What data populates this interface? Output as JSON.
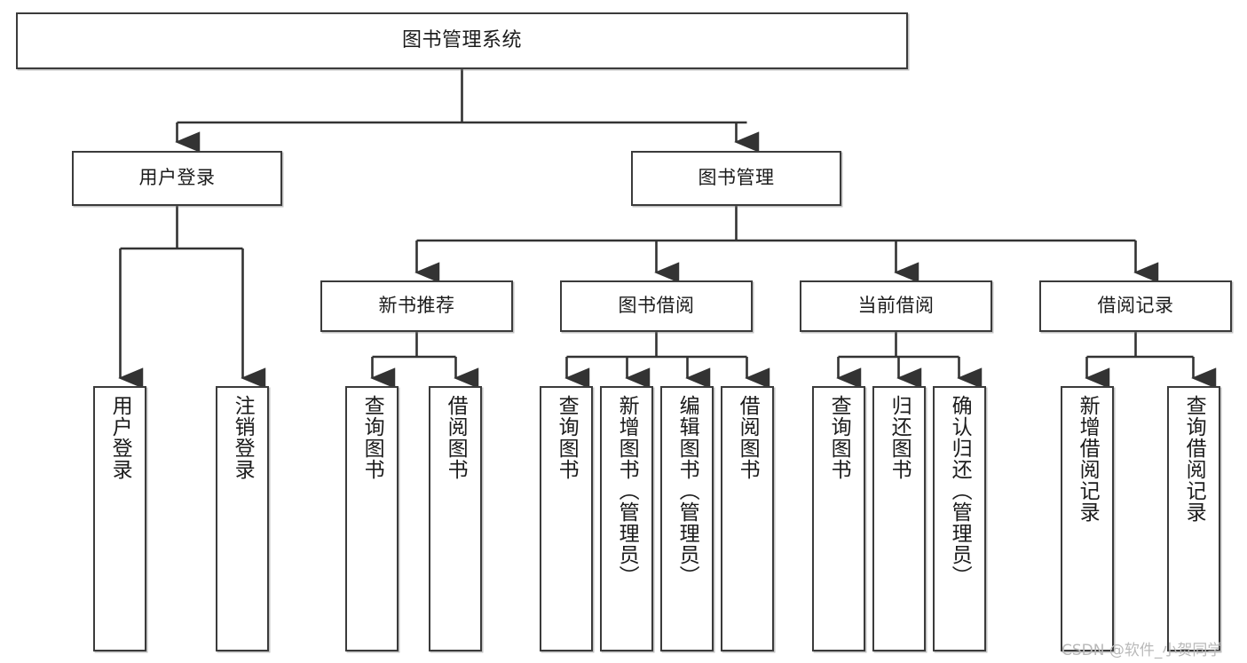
{
  "diagram": {
    "title": "图书管理系统",
    "type": "functional-structure-tree",
    "colors": {
      "box_border": "#3b3b3b",
      "box_fill": "#ffffff",
      "edge": "#333333",
      "text": "#1b1b1b",
      "watermark": "#b9b9b9",
      "background": "#ffffff"
    },
    "root": {
      "label": "图书管理系统"
    },
    "level2": [
      {
        "label": "用户登录"
      },
      {
        "label": "图书管理"
      }
    ],
    "level3": [
      {
        "label": "新书推荐"
      },
      {
        "label": "图书借阅"
      },
      {
        "label": "当前借阅"
      },
      {
        "label": "借阅记录"
      }
    ],
    "leaves": {
      "user_login": [
        {
          "label": "用户登录"
        },
        {
          "label": "注销登录"
        }
      ],
      "new_book_recommend": [
        {
          "label": "查询图书"
        },
        {
          "label": "借阅图书"
        }
      ],
      "book_borrow": [
        {
          "label": "查询图书"
        },
        {
          "label": "新增图书（管理员）"
        },
        {
          "label": "编辑图书（管理员）"
        },
        {
          "label": "借阅图书"
        }
      ],
      "current_borrow": [
        {
          "label": "查询图书"
        },
        {
          "label": "归还图书"
        },
        {
          "label": "确认归还（管理员）"
        }
      ],
      "borrow_record": [
        {
          "label": "新增借阅记录"
        },
        {
          "label": "查询借阅记录"
        }
      ]
    },
    "watermark": "CSDN @软件_小贺同学"
  }
}
